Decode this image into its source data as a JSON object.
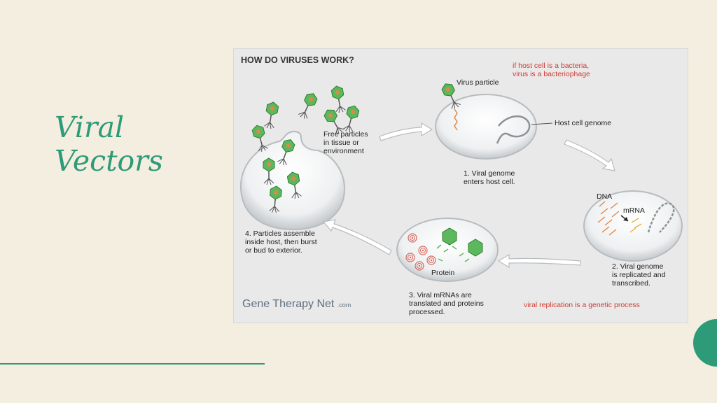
{
  "slide": {
    "title_line1": "Viral",
    "title_line2": "Vectors"
  },
  "figure": {
    "heading": "HOW DO VIRUSES WORK?",
    "note_bacteria": "if host cell is a bacteria,\nvirus is a bacteriophage",
    "label_virus_particle": "Virus particle",
    "label_host_genome": "Host cell genome",
    "label_free_particles": "Free particles\nin tissue or\nenvironment",
    "step1": "1. Viral genome\nenters host cell.",
    "label_dna": "DNA",
    "label_mrna": "mRNA",
    "step2": "2. Viral genome\nis replicated and\ntranscribed.",
    "label_protein": "Protein",
    "step3": "3. Viral mRNAs are\ntranslated and proteins\nprocessed.",
    "step4": "4. Particles assemble\ninside host, then burst\nor bud to exterior.",
    "note_genetic": "viral replication is a genetic process",
    "brand_main": "Gene Therapy Net",
    "brand_suffix": ".com"
  },
  "colors": {
    "accent": "#2d9a78",
    "background": "#f3eee0",
    "virus_green": "#5cb85c",
    "red_text": "#d23b30"
  }
}
